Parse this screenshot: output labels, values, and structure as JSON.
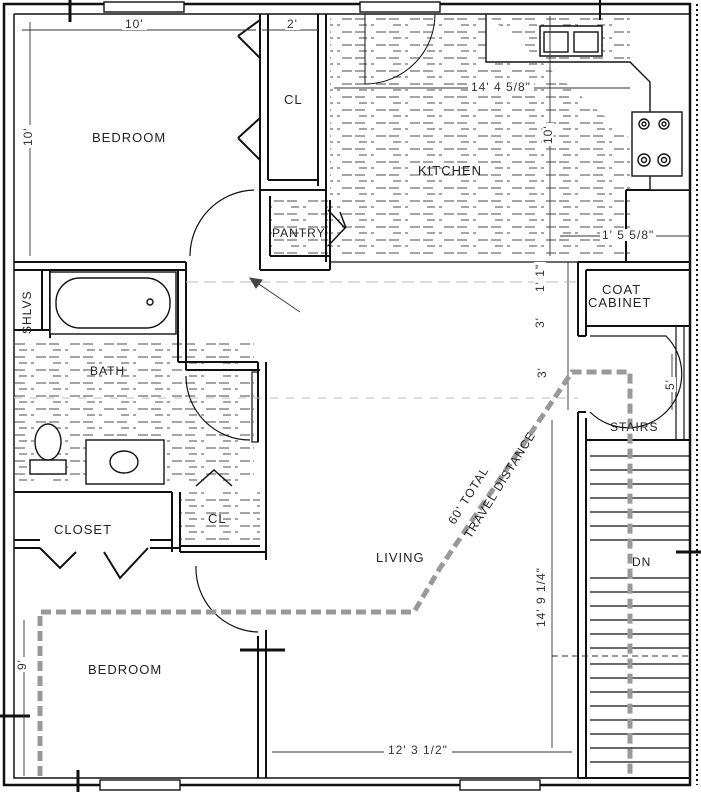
{
  "rooms": {
    "bedroom_top": "BEDROOM",
    "closet_top": "CL",
    "kitchen": "KITCHEN",
    "pantry": "PANTRY",
    "shelves": "SHLVS",
    "bath": "BATH",
    "coat_cabinet_line1": "COAT",
    "coat_cabinet_line2": "CABINET",
    "stairs": "STAIRS",
    "closet_mid": "CL",
    "closet_left": "CLOSET",
    "living": "LIVING",
    "bedroom_bottom": "BEDROOM",
    "stairs_down": "DN"
  },
  "dimensions": {
    "bedroom_top_width": "10'",
    "bedroom_top_height": "10'",
    "closet_width": "2'",
    "kitchen_width": "14' 4 5/8\"",
    "kitchen_height": "10'",
    "kitchen_right": "1' 5 5/8\"",
    "hall_a": "1' 1\"",
    "hall_b": "3'",
    "hall_c": "3'",
    "stairs_a": "5'",
    "living_height": "14' 9 1/4\"",
    "living_width": "12' 3 1/2\"",
    "bedroom_bottom_height": "9'"
  },
  "annotations": {
    "travel_distance_line1": "60' TOTAL",
    "travel_distance_line2": "TRAVEL DISTANCE"
  }
}
